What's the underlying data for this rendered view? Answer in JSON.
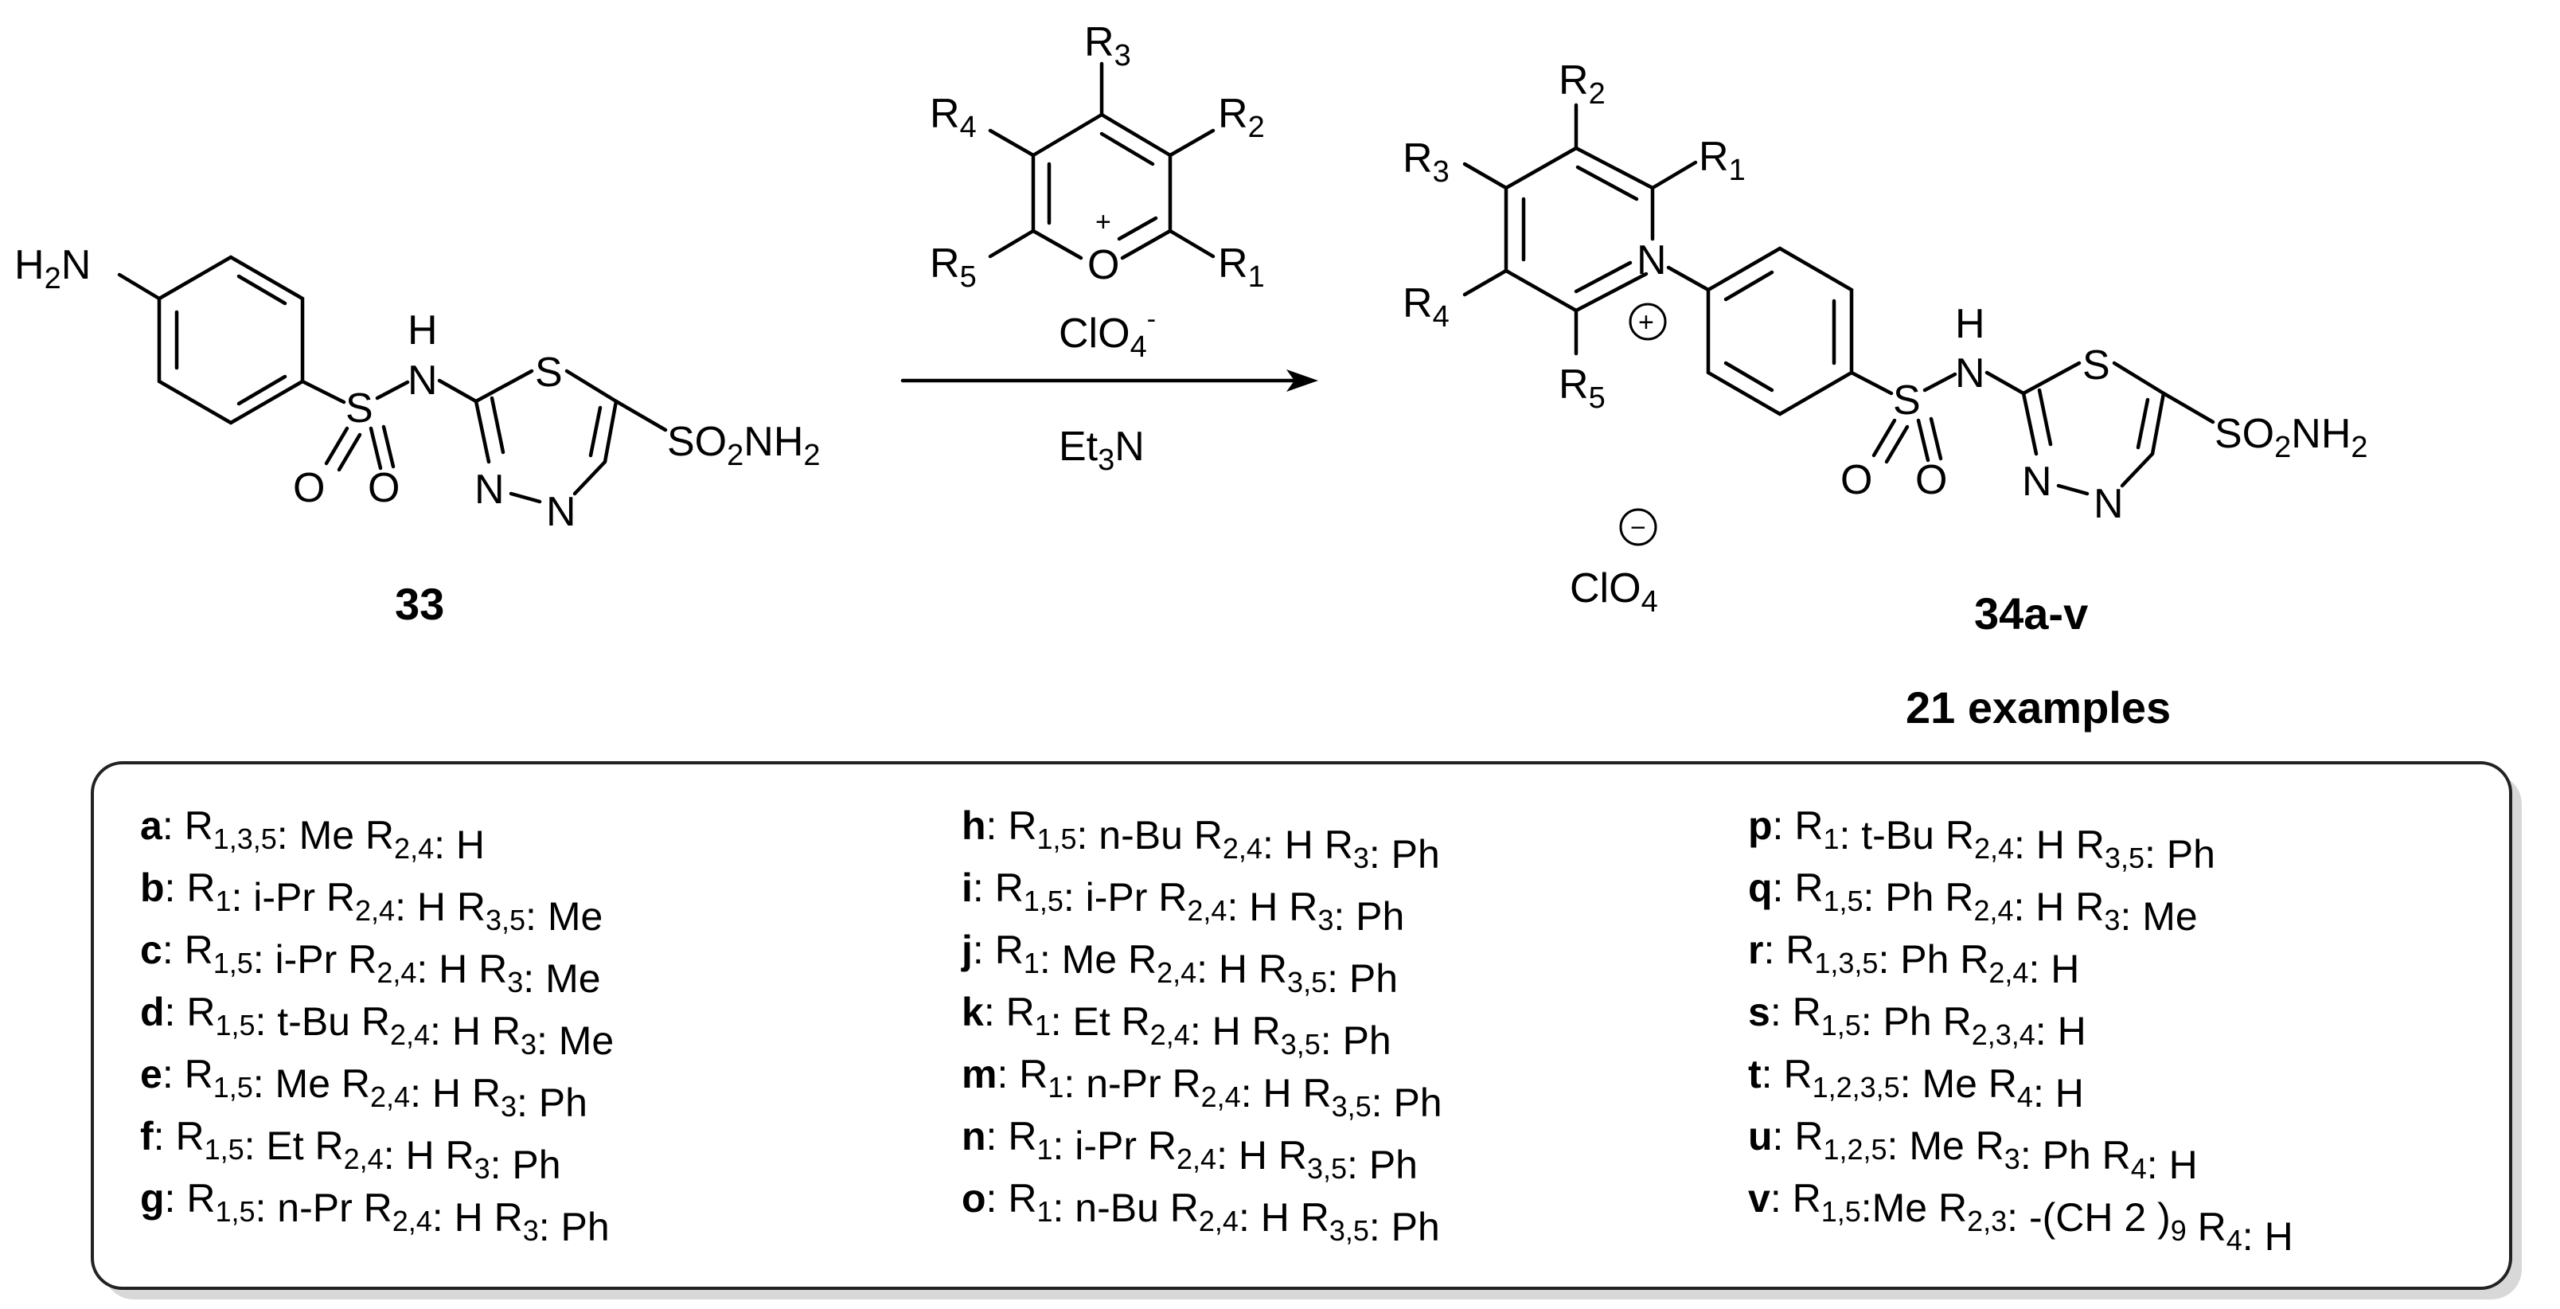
{
  "reactant": {
    "label": "33",
    "atoms": {
      "amine": "H2N",
      "sulfonyl_s": "S",
      "o1": "O",
      "o2": "O",
      "nh_n": "N",
      "nh_h": "H",
      "ring_s": "S",
      "ring_n1": "N",
      "ring_n2": "N",
      "sulfonamide": "SO2NH2"
    }
  },
  "reagents": {
    "pyrylium": {
      "r1": "R1",
      "r2": "R2",
      "r3": "R3",
      "r4": "R4",
      "r5": "R5",
      "oxygen": "O",
      "charge": "+"
    },
    "counterion": "ClO4-",
    "base": "Et3N"
  },
  "product": {
    "label": "34a-v",
    "examples": "21 examples",
    "counterion": "ClO4",
    "anion_charge": "−",
    "cation_charge": "+",
    "atoms": {
      "r1": "R1",
      "r2": "R2",
      "r3": "R3",
      "r4": "R4",
      "r5": "R5",
      "pyridinium_n": "N",
      "sulfonyl_s": "S",
      "o1": "O",
      "o2": "O",
      "nh_n": "N",
      "nh_h": "H",
      "ring_s": "S",
      "ring_n1": "N",
      "ring_n2": "N",
      "sulfonamide": "SO2NH2"
    }
  },
  "legend": {
    "column1": [
      {
        "key": "a",
        "text": "R1,3,5: Me R2,4: H"
      },
      {
        "key": "b",
        "text": "R1: i-Pr R2,4: H R3,5: Me"
      },
      {
        "key": "c",
        "text": "R1,5: i-Pr R2,4: H R3: Me"
      },
      {
        "key": "d",
        "text": "R1,5: t-Bu R2,4: H R3: Me"
      },
      {
        "key": "e",
        "text": "R1,5: Me R2,4: H R3: Ph"
      },
      {
        "key": "f",
        "text": "R1,5: Et R2,4: H R3: Ph"
      },
      {
        "key": "g",
        "text": "R1,5: n-Pr R2,4: H R3: Ph"
      }
    ],
    "column2": [
      {
        "key": "h",
        "text": "R1,5: n-Bu R2,4: H R3: Ph"
      },
      {
        "key": "i",
        "text": "R1,5: i-Pr R2,4: H R3: Ph"
      },
      {
        "key": "j",
        "text": "R1: Me R2,4: H R3,5: Ph"
      },
      {
        "key": "k",
        "text": "R1: Et R2,4: H R3,5: Ph"
      },
      {
        "key": "m",
        "text": "R1: n-Pr R2,4: H R3,5: Ph"
      },
      {
        "key": "n",
        "text": "R1: i-Pr R2,4: H R3,5: Ph"
      },
      {
        "key": "o",
        "text": "R1: n-Bu R2,4: H R3,5: Ph"
      }
    ],
    "column3": [
      {
        "key": "p",
        "text": "R1: t-Bu R2,4: H R3,5: Ph"
      },
      {
        "key": "q",
        "text": "R1,5: Ph R2,4: H R3: Me"
      },
      {
        "key": "r",
        "text": "R1,3,5: Ph R2,4: H"
      },
      {
        "key": "s",
        "text": "R1,5: Ph R2,3,4: H"
      },
      {
        "key": "t",
        "text": "R1,2,3,5: Me R4: H"
      },
      {
        "key": "u",
        "text": "R1,2,5: Me R3: Ph R4: H"
      },
      {
        "key": "v",
        "text": "R1,5:Me R2,3: -(CH 2 )9 R4: H"
      }
    ]
  }
}
